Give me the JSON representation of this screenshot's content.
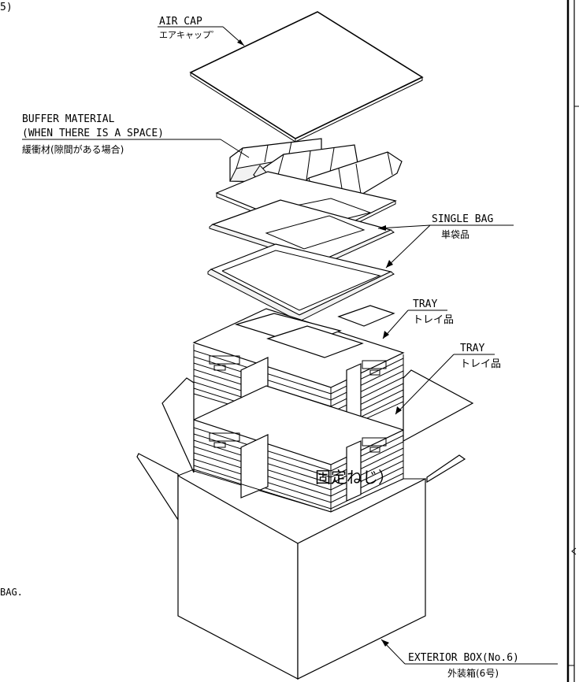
{
  "fragments": {
    "top_left": "5)",
    "left_middle": "固定ねじ）",
    "left_bottom": "BAG."
  },
  "labels": {
    "air_cap_en": "AIR CAP",
    "air_cap_jp": "エアキャップ゜",
    "buffer_en_1": "BUFFER MATERIAL",
    "buffer_en_2": "(WHEN THERE IS A SPACE)",
    "buffer_jp": "緩衝材(隙間がある場合)",
    "single_bag_en": "SINGLE BAG",
    "single_bag_jp": "単袋品",
    "tray1_en": "TRAY",
    "tray1_jp": "トレイ品",
    "tray2_en": "TRAY",
    "tray2_jp": "トレイ品",
    "box_en": "EXTERIOR BOX(No.6)",
    "box_jp": "外装箱(6号)"
  }
}
